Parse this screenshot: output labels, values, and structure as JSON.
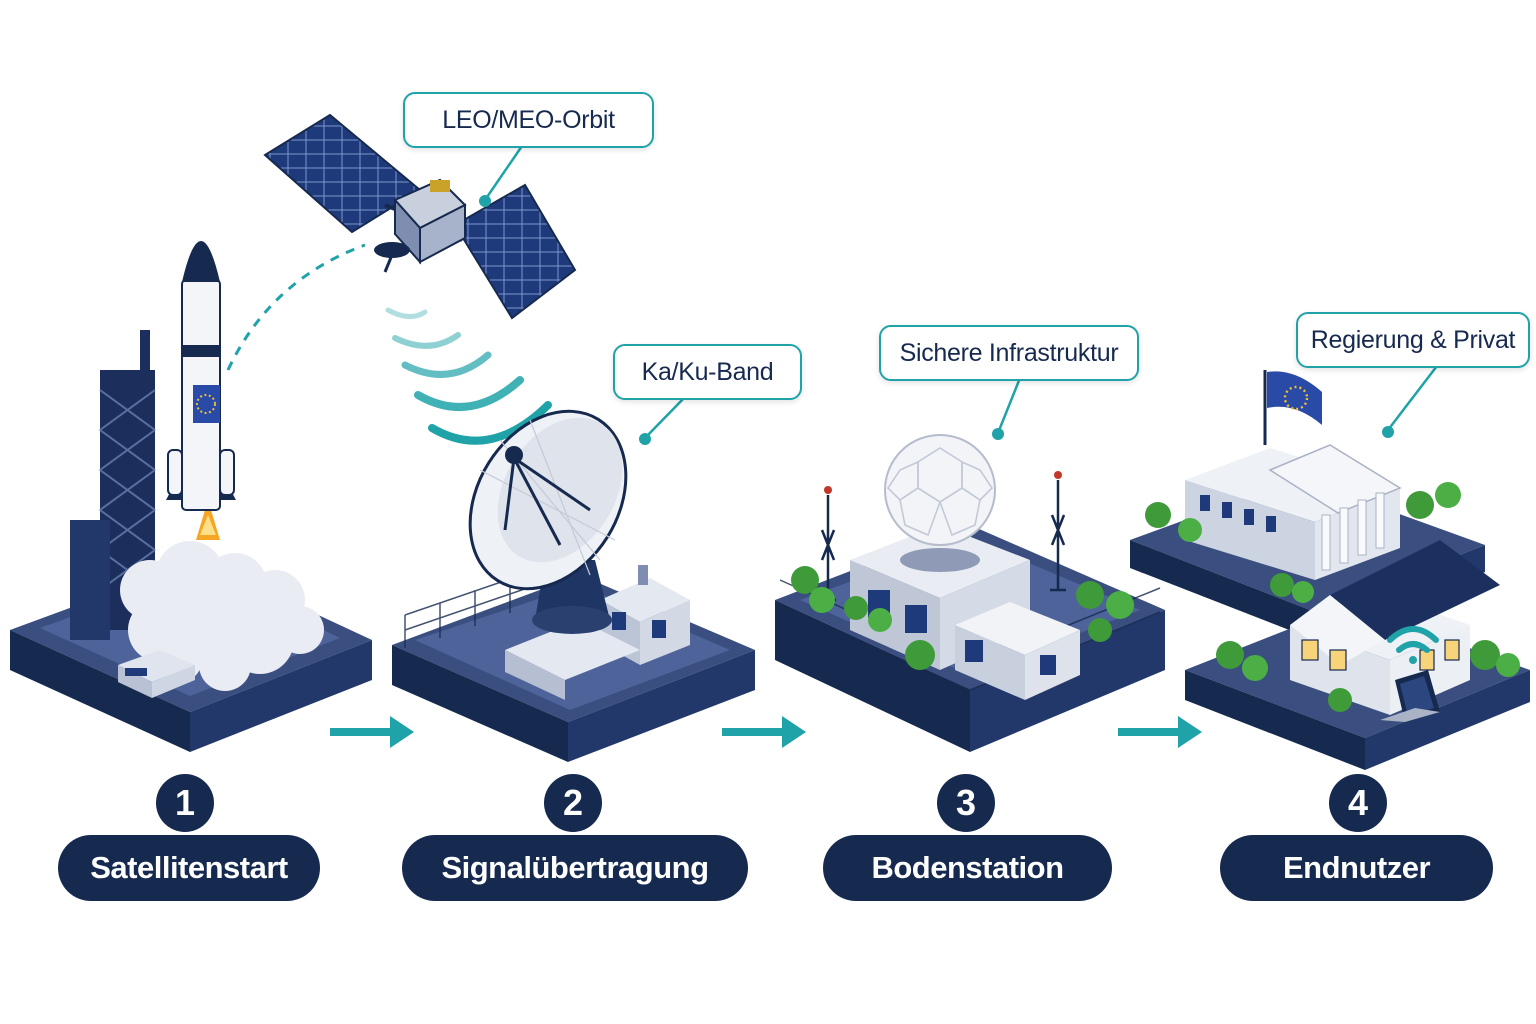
{
  "colors": {
    "navy": "#16294f",
    "teal": "#1fa3a8",
    "white": "#ffffff",
    "eu_blue": "#2a4aa8",
    "eu_gold": "#f2c12e",
    "tree_green": "#3f9a3a",
    "flame": "#f6a623"
  },
  "callouts": {
    "orbit": "LEO/MEO-Orbit",
    "band": "Ka/Ku-Band",
    "infrastructure": "Sichere Infrastruktur",
    "users": "Regierung & Privat"
  },
  "steps": [
    {
      "number": "1",
      "label": "Satellitenstart"
    },
    {
      "number": "2",
      "label": "Signalübertragung"
    },
    {
      "number": "3",
      "label": "Bodenstation"
    },
    {
      "number": "4",
      "label": "Endnutzer"
    }
  ],
  "icons": {
    "rocket": "rocket-icon",
    "satellite": "satellite-icon",
    "dish": "satellite-dish-icon",
    "radome": "radome-icon",
    "government": "government-building-icon",
    "house": "house-icon",
    "wifi": "wifi-icon",
    "laptop": "laptop-icon",
    "flag": "eu-flag-icon",
    "arrow": "arrow-right-icon"
  }
}
